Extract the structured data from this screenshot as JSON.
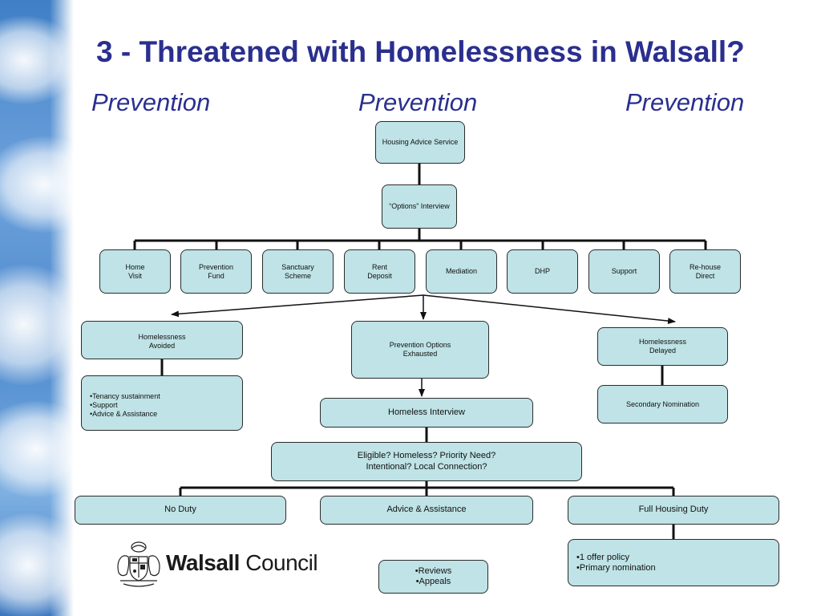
{
  "title": "3 - Threatened with Homelessness in Walsall?",
  "prevention_labels": [
    "Prevention",
    "Prevention",
    "Prevention"
  ],
  "boxes": {
    "housing_advice": "Housing Advice Service",
    "options_interview": "“Options” Interview",
    "home_visit": "Home\nVisit",
    "prevention_fund": "Prevention\nFund",
    "sanctuary_scheme": "Sanctuary\nScheme",
    "rent_deposit": "Rent\nDeposit",
    "mediation": "Mediation",
    "dhp": "DHP",
    "support": "Support",
    "rehouse_direct": "Re-house\nDirect",
    "homelessness_avoided": "Homelessness\nAvoided",
    "prevention_exhausted": "Prevention Options\nExhausted",
    "homelessness_delayed": "Homelessness\nDelayed",
    "avoided_outcomes": "•Tenancy sustainment\n•Support\n•Advice & Assistance",
    "homeless_interview": "Homeless Interview",
    "secondary_nomination": "Secondary Nomination",
    "eligibility_tests": "Eligible?  Homeless?  Priority Need?\nIntentional?  Local Connection?",
    "no_duty": "No Duty",
    "advice_assistance": "Advice & Assistance",
    "full_housing_duty": "Full Housing Duty",
    "reviews_appeals": "•Reviews\n•Appeals",
    "full_duty_outcomes": "•1 offer policy\n•Primary nomination"
  },
  "logo": {
    "brand_bold": "Walsall",
    "brand_regular": " Council",
    "icon": "walsall-crest-icon"
  }
}
